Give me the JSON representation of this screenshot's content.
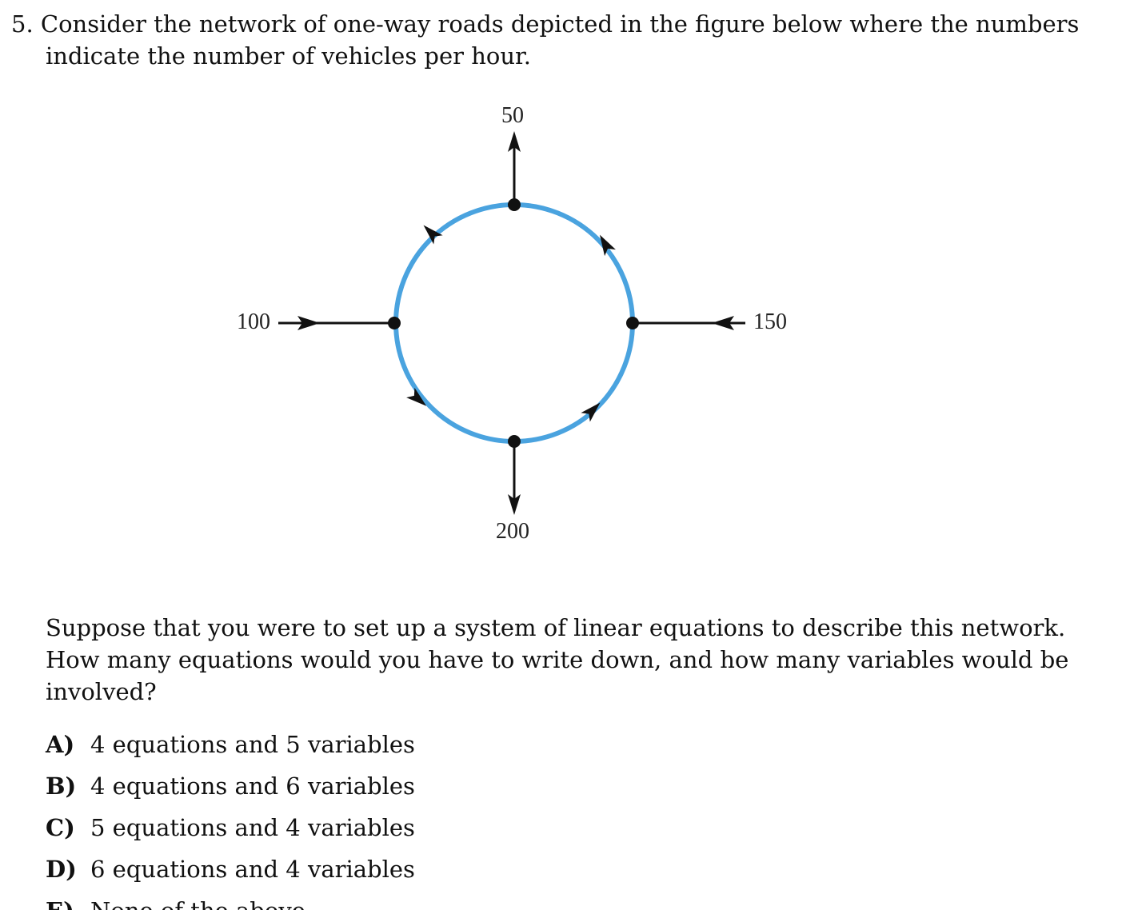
{
  "question": {
    "number": "5.",
    "line1": "Consider the network of one-way roads depicted in the figure below where the numbers",
    "line2": "indicate the number of vehicles per hour."
  },
  "figure": {
    "labels": {
      "top": "50",
      "left": "100",
      "right": "150",
      "bottom": "200"
    },
    "colors": {
      "circle": "#4aa3df",
      "roads": "#111111"
    }
  },
  "prompt": {
    "line1": "Suppose that you were to set up a system of linear equations to describe this network.",
    "line2": "How many equations would you have to write down, and how many variables would be",
    "line3": "involved?"
  },
  "options": [
    {
      "letter": "A)",
      "text": "4 equations and 5 variables"
    },
    {
      "letter": "B)",
      "text": "4 equations and 6 variables"
    },
    {
      "letter": "C)",
      "text": "5 equations and 4 variables"
    },
    {
      "letter": "D)",
      "text": "6 equations and 4 variables"
    },
    {
      "letter": "E)",
      "text": "None of the above"
    }
  ]
}
